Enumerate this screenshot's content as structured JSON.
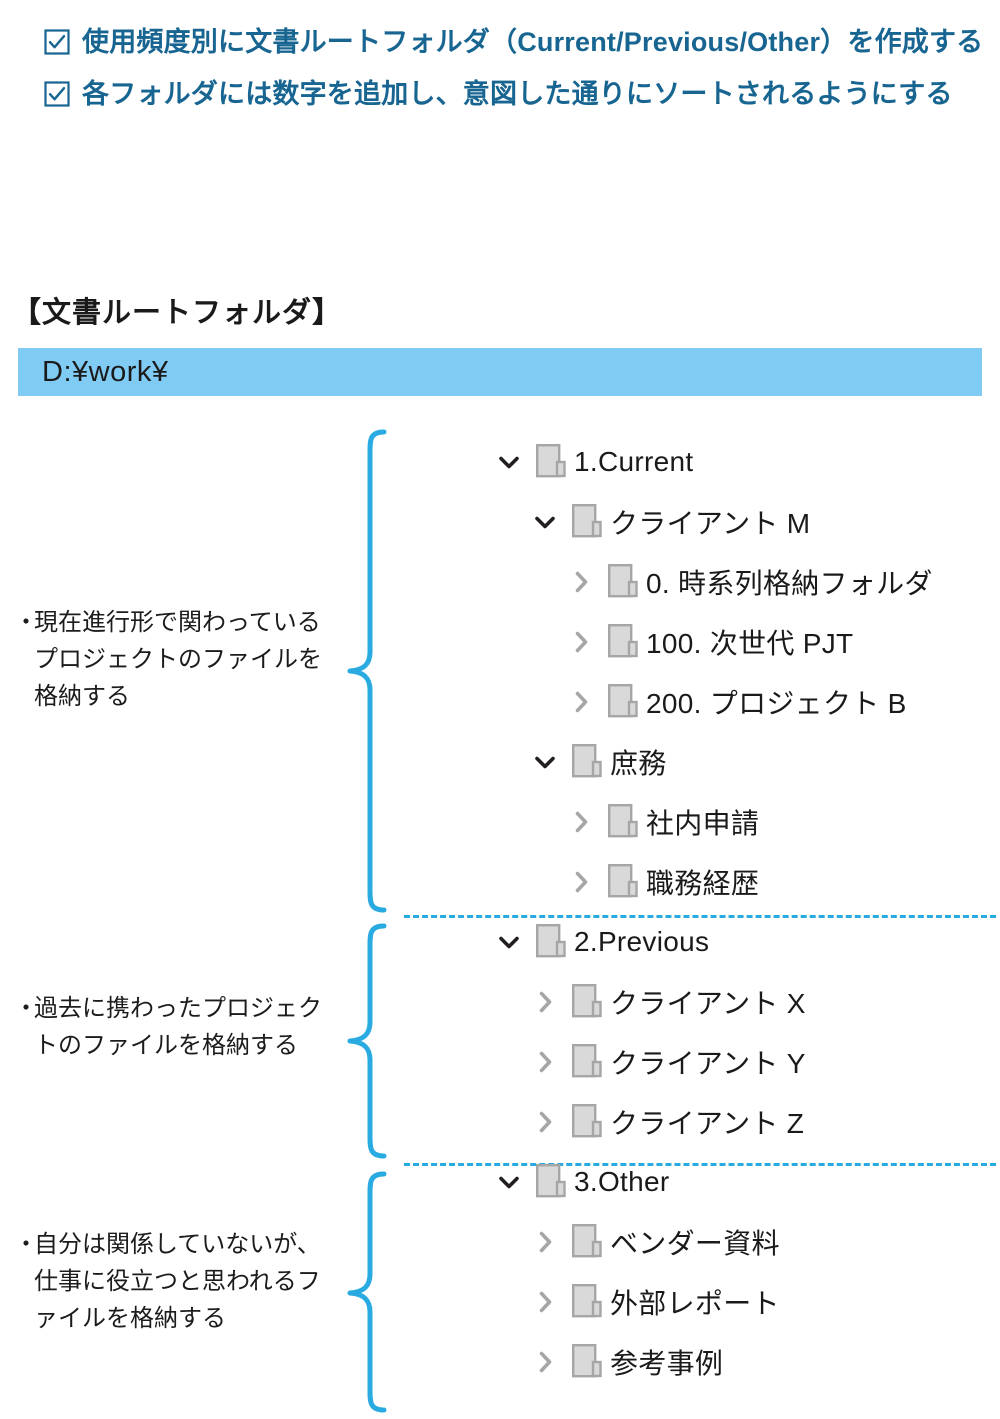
{
  "checklist": {
    "items": [
      {
        "icon": "checkbox-checked-icon",
        "text": "使用頻度別に文書ルートフォルダ（Current/Previous/Other）を作成する"
      },
      {
        "icon": "checkbox-checked-icon",
        "text": "各フォルダには数字を追加し、意図した通りにソートされるようにする"
      }
    ]
  },
  "section": {
    "heading": "【文書ルートフォルダ】",
    "path_value": "D:¥work¥"
  },
  "colors": {
    "accent_blue": "#176590",
    "path_bar_bg": "#80cbf4",
    "brace_cyan": "#29abe2",
    "dash_cyan": "#29abe2",
    "folder_fill": "#d9d9d9",
    "folder_stroke": "#a6a6a6",
    "chevron_open": "#231f20",
    "chevron_closed": "#a6a6a6"
  },
  "groups": [
    {
      "id": "current",
      "bullet": "・",
      "note": "現在進行形で関わっているプロジェクトのファイルを格納する",
      "brace_name": "brace-current"
    },
    {
      "id": "previous",
      "bullet": "・",
      "note": "過去に携わったプロジェクトのファイルを格納する",
      "brace_name": "brace-previous"
    },
    {
      "id": "other",
      "bullet": "・",
      "note": "自分は関係していないが、仕事に役立つと思われるファイルを格納する",
      "brace_name": "brace-other"
    }
  ],
  "tree": {
    "rows": [
      {
        "label": "1.Current",
        "level": 0,
        "state": "expanded",
        "icon": "folder-icon"
      },
      {
        "label": "クライアント M",
        "level": 1,
        "state": "expanded",
        "icon": "folder-icon"
      },
      {
        "label": "0. 時系列格納フォルダ",
        "level": 2,
        "state": "collapsed",
        "icon": "folder-icon"
      },
      {
        "label": "100. 次世代 PJT",
        "level": 2,
        "state": "collapsed",
        "icon": "folder-icon"
      },
      {
        "label": "200. プロジェクト B",
        "level": 2,
        "state": "collapsed",
        "icon": "folder-icon"
      },
      {
        "label": "庶務",
        "level": 1,
        "state": "expanded",
        "icon": "folder-icon"
      },
      {
        "label": "社内申請",
        "level": 2,
        "state": "collapsed",
        "icon": "folder-icon"
      },
      {
        "label": "職務経歴",
        "level": 2,
        "state": "collapsed",
        "icon": "folder-icon"
      },
      {
        "label": "2.Previous",
        "level": 0,
        "state": "expanded",
        "icon": "folder-icon"
      },
      {
        "label": "クライアント X",
        "level": 1,
        "state": "collapsed",
        "icon": "folder-icon"
      },
      {
        "label": "クライアント Y",
        "level": 1,
        "state": "collapsed",
        "icon": "folder-icon"
      },
      {
        "label": "クライアント Z",
        "level": 1,
        "state": "collapsed",
        "icon": "folder-icon"
      },
      {
        "label": "3.Other",
        "level": 0,
        "state": "expanded",
        "icon": "folder-icon"
      },
      {
        "label": "ベンダー資料",
        "level": 1,
        "state": "collapsed",
        "icon": "folder-icon"
      },
      {
        "label": "外部レポート",
        "level": 1,
        "state": "collapsed",
        "icon": "folder-icon"
      },
      {
        "label": "参考事例",
        "level": 1,
        "state": "collapsed",
        "icon": "folder-icon"
      }
    ]
  }
}
